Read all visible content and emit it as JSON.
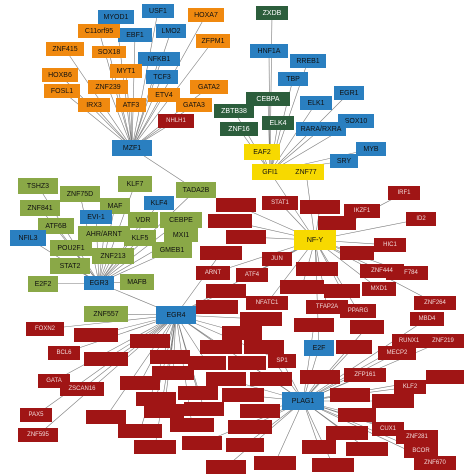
{
  "colors": {
    "blue": "#2a7fc0",
    "orange": "#f0890f",
    "darkgreen": "#2c5e3c",
    "olive": "#8aa847",
    "yellow": "#f7d900",
    "red": "#a01515",
    "edge": "#7a7a7a"
  },
  "network": {
    "nodes": {
      "usf1": "USF1",
      "myod1": "MYOD1",
      "hoxa7": "HOXA7",
      "zxdb": "ZXDB",
      "ebf1": "EBF1",
      "lmo2": "LMO2",
      "c11orf95": "C11orf95",
      "zfpm1": "ZFPM1",
      "znf415": "ZNF415",
      "sox18": "SOX18",
      "nfkb1": "NFKB1",
      "hnf1a": "HNF1A",
      "rreb1": "RREB1",
      "myt1": "MYT1",
      "hoxb6": "HOXB6",
      "tcf3": "TCF3",
      "tbp": "TBP",
      "znf239": "ZNF239",
      "fosl1": "FOSL1",
      "gata2": "GATA2",
      "egr1": "EGR1",
      "cebpa": "CEBPA",
      "zbtb": "ZBTB38",
      "etv4": "ETV4",
      "irx3": "IRX3",
      "atf3": "ATF3",
      "gata3": "GATA3",
      "elk1": "ELK1",
      "sox10": "SOX10",
      "nhlh1": "NHLH1",
      "elk4": "ELK4",
      "znf16": "ZNF16",
      "rara": "RARA/RXRA",
      "mzf1": "MZF1",
      "myb": "MYB",
      "eaf2": "EAF2",
      "sry": "SRY",
      "gfi1": "GFI1",
      "znf77": "ZNF77",
      "tshz3": "TSHZ3",
      "klf7": "KLF7",
      "tada2b": "TADA2B",
      "znf75d": "ZNF75D",
      "znf841": "ZNF841",
      "maf": "MAF",
      "klf4": "KLF4",
      "evi1": "EVI-1",
      "cebpe": "CEBPE",
      "atf6b": "ATF6B",
      "vdr": "VDR",
      "nfil3": "NFIL3",
      "ahr": "AHR/ARNT",
      "mxi1": "MXI1",
      "klf5": "KLF5",
      "nfy": "NF-Y",
      "pou2f1": "POU2F1",
      "gmeb1": "GMEB1",
      "znf213": "ZNF213",
      "stat2": "STAT2",
      "e2f2": "E2F2",
      "egr3": "EGR3",
      "mafb": "MAFB",
      "znf557": "ZNF557",
      "egr4": "EGR4",
      "e2f": "E2F",
      "plag1": "PLAG1",
      "stat1": "STAT1",
      "jun": "JUN",
      "arnt": "ARNT",
      "atf4": "ATF4",
      "foxn2": "FOXN2",
      "bcl6": "BCL6",
      "gata": "GATA",
      "pax5": "PAX5",
      "zscan16": "ZSCAN16",
      "znf595": "ZNF595",
      "klf2": "KLF2",
      "znf219": "ZNF219",
      "mxd1": "MXD1",
      "runx1": "RUNX1",
      "mecp2": "MECP2",
      "znf264": "ZNF264",
      "znf784": "ZNF784",
      "znf444": "ZNF444",
      "mbd4": "MBD4",
      "ikzf1": "IKZF1",
      "hic1": "HIC1",
      "irf1": "IRF1",
      "id2": "ID2",
      "sp1": "SP1",
      "tfap2a": "TFAP2A",
      "nfatc1": "NFATC1",
      "znf281": "ZNF281",
      "zfp161": "ZFP161",
      "pparg": "PPARG",
      "cux1": "CUX1",
      "bcor": "BCOR",
      "znf670": "ZNF670"
    }
  }
}
